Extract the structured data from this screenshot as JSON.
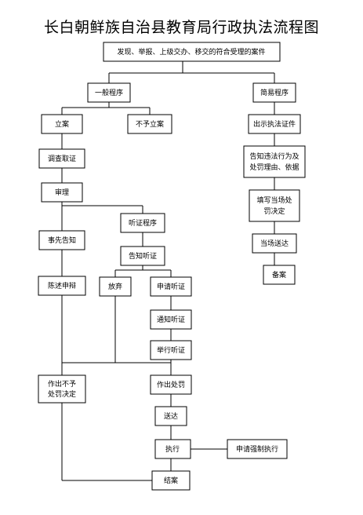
{
  "title": "长白朝鲜族自治县教育局行政执法流程图",
  "nodes": {
    "source": "发现、举报、上级交办、移交的符合受理的案件",
    "general": "一般程序",
    "simple": "简易程序",
    "filing": "立案",
    "no_filing": "不予立案",
    "show_cert": "出示执法证件",
    "investigate": "调查取证",
    "inform_violation_1": "告知违法行为及",
    "inform_violation_2": "处罚理由、依据",
    "review": "审理",
    "fill_decision_1": "填写当场处",
    "fill_decision_2": "罚决定",
    "hearing_procedure": "听证程序",
    "prior_notice": "事先告知",
    "onsite_delivery": "当场送达",
    "notify_hearing": "告知听证",
    "filed": "备案",
    "statement": "陈述申辩",
    "waive": "放弃",
    "apply_hearing": "申请听证",
    "notice_hearing": "通知听证",
    "hold_hearing": "举行听证",
    "no_penalty_1": "作出不予",
    "no_penalty_2": "处罚决定",
    "make_penalty": "作出处罚",
    "deliver": "送达",
    "execute": "执行",
    "force_execute": "申请强制执行",
    "close_case": "结案"
  }
}
